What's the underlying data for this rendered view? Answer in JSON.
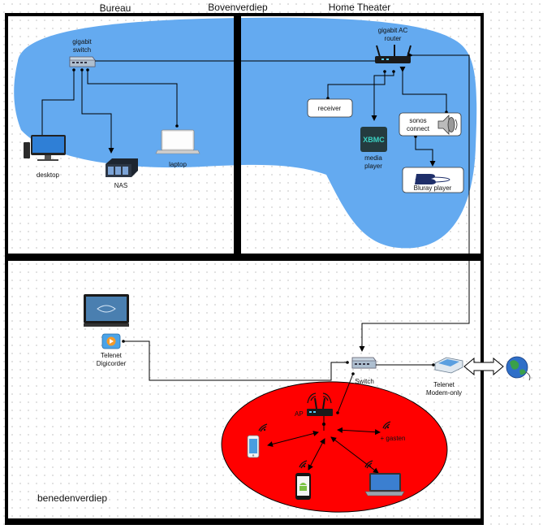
{
  "floors": {
    "upper": "Bovenverdiep",
    "lower": "benedenverdiep"
  },
  "rooms": {
    "bureau": "Bureau",
    "home_theater": "Home Theater"
  },
  "devices": {
    "gigabit_switch": [
      "gigabit",
      "switch"
    ],
    "router": [
      "gigabit AC",
      "router"
    ],
    "receiver": "receiver",
    "media_player": [
      "media",
      "player"
    ],
    "sonos_connect": [
      "sonos",
      "connect"
    ],
    "bluray_player": "Bluray player",
    "desktop": "desktop",
    "nas": "NAS",
    "laptop": "laptop",
    "digicorder": [
      "Telenet",
      "Digicorder"
    ],
    "switch": "Switch",
    "modem": [
      "Telenet",
      "Modem-only"
    ],
    "ap": "AP",
    "guests": "+ gasten",
    "xbmc_logo": "XBMC"
  },
  "colors": {
    "wall": "#000000",
    "upper_wifi_zone": "#64aaf0",
    "lower_wifi_zone": "#ff0000",
    "wire": "#000000"
  },
  "icons": [
    "switch-icon",
    "router-icon",
    "desktop-icon",
    "nas-icon",
    "laptop-icon",
    "xbmc-icon",
    "speaker-icon",
    "bluray-icon",
    "tv-icon",
    "digicorder-icon",
    "modem-icon",
    "globe-icon",
    "ap-icon",
    "phone-icon",
    "wifi-icon"
  ]
}
